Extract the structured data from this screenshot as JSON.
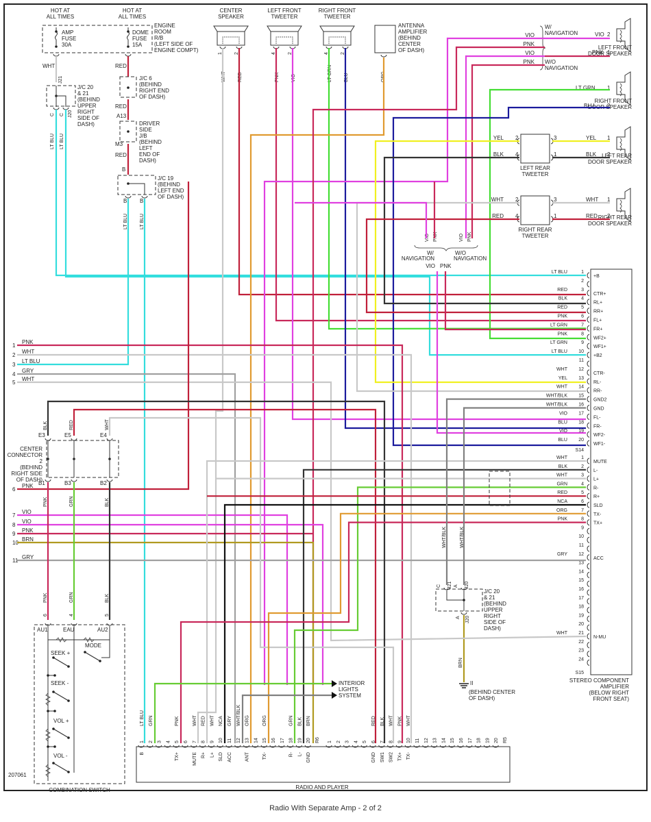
{
  "caption": "Radio With Separate Amp - 2 of 2",
  "figure_id": "207061",
  "colors": {
    "WHT": "#c8c8c8",
    "RED": "#c0203a",
    "PNK": "#c8285a",
    "VIO": "#e040e0",
    "LT GRN": "#44dd33",
    "GRN": "#66cc33",
    "BLU": "#1a1a9c",
    "ORG": "#e09a30",
    "LT BLU": "#33dddd",
    "YEL": "#f0f020",
    "BLK": "#333333",
    "GRY": "#a0a0a0",
    "BRN": "#b09a20",
    "WHT/BLK": "#808080",
    "NCA": "#111111"
  },
  "power": {
    "hot1": "HOT AT ALL TIMES",
    "hot2": "HOT AT ALL TIMES",
    "amp_fuse": [
      "AMP",
      "FUSE",
      "30A"
    ],
    "dome_fuse": [
      "DOME",
      "FUSE",
      "15A"
    ],
    "rb_label": [
      "ENGINE",
      "ROOM",
      "R/B",
      "(LEFT SIDE OF",
      "ENGINE COMPT)"
    ],
    "jc20_label": [
      "J/C 20",
      "& 21",
      "(BEHIND",
      "UPPER",
      "RIGHT",
      "SIDE OF",
      "DASH)"
    ],
    "jc6_label": [
      "J/C 6",
      "(BEHIND",
      "RIGHT END",
      "OF DASH)"
    ],
    "jb_label": [
      "DRIVER",
      "SIDE",
      "J/B",
      "(BEHIND",
      "LEFT",
      "END OF",
      "DASH)"
    ],
    "jc19_label": [
      "J/C 19",
      "(BEHIND",
      "LEFT END",
      "OF DASH)"
    ],
    "wire_labels": {
      "wht": "WHT",
      "red1": "RED",
      "red2": "RED",
      "red3": "RED",
      "ltblu": "LT BLU"
    },
    "pins": {
      "a": "A",
      "j21": "J21",
      "c1": "C",
      "c2": "C",
      "j20": "J20",
      "b1": "B",
      "b2": "B",
      "a13": "A13",
      "m3": "M3",
      "b3": "B",
      "b4": "B",
      "b5": "B"
    }
  },
  "components": {
    "center_speaker": {
      "name": [
        "CENTER",
        "SPEAKER"
      ],
      "pins": [
        "1",
        "2"
      ],
      "wires": [
        "WHT",
        "RED"
      ]
    },
    "left_front_tweeter": {
      "name": [
        "LEFT FRONT",
        "TWEETER"
      ],
      "pins": [
        "4",
        "2"
      ],
      "wires": [
        "PNK",
        "VIO"
      ]
    },
    "right_front_tweeter": {
      "name": [
        "RIGHT FRONT",
        "TWEETER"
      ],
      "pins": [
        "4",
        "2"
      ],
      "wires": [
        "LT GRN",
        "BLU"
      ]
    },
    "antenna_amplifier": {
      "name": [
        "ANTENNA",
        "AMPLIFIER",
        "(BEHIND",
        "CENTER",
        "OF DASH)"
      ],
      "wire": "ORG"
    },
    "left_front_door_speaker": {
      "name": [
        "LEFT FRONT",
        "DOOR SPEAKER"
      ],
      "wires": [
        {
          "color": "VIO",
          "pin": "2"
        },
        {
          "color": "PNK",
          "pin": "1"
        }
      ]
    },
    "right_front_door_speaker": {
      "name": [
        "RIGHT FRONT",
        "DOOR SPEAKER"
      ],
      "wires": [
        {
          "color": "LT GRN",
          "pin": "1"
        },
        {
          "color": "BLU",
          "pin": "2"
        }
      ]
    },
    "left_rear_tweeter": {
      "name": [
        "LEFT REAR",
        "TWEETER"
      ],
      "in": [
        {
          "color": "YEL",
          "pin": "2"
        },
        {
          "color": "BLK",
          "pin": "4"
        }
      ],
      "out_pins": [
        "3",
        "1"
      ]
    },
    "left_rear_door_speaker": {
      "name": [
        "LEFT REAR",
        "DOOR SPEAKER"
      ],
      "wires": [
        {
          "color": "YEL",
          "pin": "1"
        },
        {
          "color": "BLK",
          "pin": "2"
        }
      ]
    },
    "right_rear_tweeter": {
      "name": [
        "RIGHT REAR",
        "TWEETER"
      ],
      "in": [
        {
          "color": "WHT",
          "pin": "2"
        },
        {
          "color": "RED",
          "pin": "4"
        }
      ],
      "out_pins": [
        "3",
        "1"
      ]
    },
    "right_rear_door_speaker": {
      "name": [
        "RIGHT REAR",
        "DOOR SPEAKER"
      ],
      "wires": [
        {
          "color": "WHT",
          "pin": "1"
        },
        {
          "color": "RED",
          "pin": "2"
        }
      ]
    },
    "nav_top": {
      "w_nav": [
        "W/",
        "NAVIGATION"
      ],
      "wo_nav": [
        "W/O",
        "NAVIGATION"
      ],
      "wires": [
        "VIO",
        "PNK",
        "VIO",
        "PNK"
      ]
    },
    "nav_mid": {
      "w_nav": [
        "W/",
        "NAVIGATION"
      ],
      "wo_nav": [
        "W/O",
        "NAVIGATION"
      ],
      "wires_top": [
        "VIO",
        "PNK",
        "VIO",
        "PNK"
      ],
      "wires_bottom": [
        "VIO",
        "PNK"
      ]
    }
  },
  "amplifier": {
    "name": [
      "STEREO COMPONENT",
      "AMPLIFIER",
      "(BELOW RIGHT",
      "FRONT SEAT)"
    ],
    "connector1": "S14",
    "connector2": "S15",
    "s14": [
      {
        "pin": "1",
        "wire": "LT BLU",
        "func": "+B"
      },
      {
        "pin": "2",
        "wire": "",
        "func": ""
      },
      {
        "pin": "3",
        "wire": "RED",
        "func": "CTR+"
      },
      {
        "pin": "4",
        "wire": "BLK",
        "func": "RL+"
      },
      {
        "pin": "5",
        "wire": "RED",
        "func": "RR+"
      },
      {
        "pin": "6",
        "wire": "PNK",
        "func": "FL+"
      },
      {
        "pin": "7",
        "wire": "LT GRN",
        "func": "FR+"
      },
      {
        "pin": "8",
        "wire": "PNK",
        "func": "WF2+"
      },
      {
        "pin": "9",
        "wire": "LT GRN",
        "func": "WF1+"
      },
      {
        "pin": "10",
        "wire": "LT BLU",
        "func": "+B2"
      },
      {
        "pin": "11",
        "wire": "",
        "func": ""
      },
      {
        "pin": "12",
        "wire": "WHT",
        "func": "CTR-"
      },
      {
        "pin": "13",
        "wire": "YEL",
        "func": "RL-"
      },
      {
        "pin": "14",
        "wire": "WHT",
        "func": "RR-"
      },
      {
        "pin": "15",
        "wire": "WHT/BLK",
        "func": "GND2"
      },
      {
        "pin": "16",
        "wire": "WHT/BLK",
        "func": "GND"
      },
      {
        "pin": "17",
        "wire": "VIO",
        "func": "FL-"
      },
      {
        "pin": "18",
        "wire": "BLU",
        "func": "FR-"
      },
      {
        "pin": "19",
        "wire": "VIO",
        "func": "WF2-"
      },
      {
        "pin": "20",
        "wire": "BLU",
        "func": "WF1-"
      }
    ],
    "s15": [
      {
        "pin": "1",
        "wire": "WHT",
        "func": "MUTE"
      },
      {
        "pin": "2",
        "wire": "BLK",
        "func": "L-"
      },
      {
        "pin": "3",
        "wire": "WHT",
        "func": "L+"
      },
      {
        "pin": "4",
        "wire": "GRN",
        "func": "R-"
      },
      {
        "pin": "5",
        "wire": "RED",
        "func": "R+"
      },
      {
        "pin": "6",
        "wire": "NCA",
        "func": "SLD"
      },
      {
        "pin": "7",
        "wire": "ORG",
        "func": "TX-"
      },
      {
        "pin": "8",
        "wire": "PNK",
        "func": "TX+"
      },
      {
        "pin": "9",
        "wire": "",
        "func": ""
      },
      {
        "pin": "10",
        "wire": "",
        "func": ""
      },
      {
        "pin": "11",
        "wire": "",
        "func": ""
      },
      {
        "pin": "12",
        "wire": "GRY",
        "func": "ACC"
      },
      {
        "pin": "13",
        "wire": "",
        "func": ""
      },
      {
        "pin": "14",
        "wire": "",
        "func": ""
      },
      {
        "pin": "15",
        "wire": "",
        "func": ""
      },
      {
        "pin": "16",
        "wire": "",
        "func": ""
      },
      {
        "pin": "17",
        "wire": "",
        "func": ""
      },
      {
        "pin": "18",
        "wire": "",
        "func": ""
      },
      {
        "pin": "19",
        "wire": "",
        "func": ""
      },
      {
        "pin": "20",
        "wire": "",
        "func": ""
      },
      {
        "pin": "21",
        "wire": "WHT",
        "func": "N-MU"
      },
      {
        "pin": "22",
        "wire": "",
        "func": ""
      },
      {
        "pin": "23",
        "wire": "",
        "func": ""
      },
      {
        "pin": "24",
        "wire": "",
        "func": ""
      }
    ]
  },
  "left_connector": {
    "rows": [
      {
        "num": "1",
        "wire": "PNK"
      },
      {
        "num": "2",
        "wire": "WHT"
      },
      {
        "num": "3",
        "wire": "LT BLU"
      },
      {
        "num": "4",
        "wire": "GRY"
      },
      {
        "num": "5",
        "wire": "WHT"
      },
      {
        "num": "6",
        "wire": "PNK"
      },
      {
        "num": "7",
        "wire": "VIO"
      },
      {
        "num": "8",
        "wire": "VIO"
      },
      {
        "num": "9",
        "wire": "PNK"
      },
      {
        "num": "10",
        "wire": "BRN"
      },
      {
        "num": "11",
        "wire": "GRY"
      }
    ]
  },
  "center_connector": {
    "name": [
      "CENTER",
      "CONNECTOR",
      "2",
      "(BEHIND",
      "RIGHT SIDE",
      "OF DASH)"
    ],
    "top_pins": [
      "E3",
      "E5",
      "E4"
    ],
    "top_wires": [
      "BLK",
      "RED",
      "WHT"
    ],
    "bottom_pins": [
      "B1",
      "B3",
      "B2"
    ],
    "bottom_wires": [
      "PNK",
      "GRN",
      "BLK"
    ]
  },
  "combination_switch": {
    "name": "COMBINATION SWITCH",
    "pins": [
      {
        "num": "6",
        "name": "AU1"
      },
      {
        "num": "4",
        "name": "EAU"
      },
      {
        "num": "5",
        "name": "AU2"
      }
    ],
    "switches": [
      "SEEK +",
      "SEEK -",
      "VOL +",
      "VOL -",
      "MODE"
    ]
  },
  "jc20_lower": {
    "label": [
      "J/C 20",
      "& 21",
      "(BEHIND",
      "UPPER",
      "RIGHT",
      "SIDE OF",
      "DASH)"
    ],
    "pins": [
      "C",
      "J21",
      "A",
      "J20",
      "A",
      "J20"
    ],
    "wires": [
      "WHT/BLK",
      "WHT/BLK",
      "BRN"
    ],
    "ground": "II",
    "ground_label": [
      "(BEHIND CENTER",
      "OF DASH)"
    ]
  },
  "interior_lights": [
    "INTERIOR",
    "LIGHTS",
    "SYSTEM"
  ],
  "radio": {
    "name": "RADIO AND PLAYER",
    "connA": [
      {
        "pin": "1",
        "wire": "LT BLU",
        "func": "B"
      },
      {
        "pin": "2",
        "wire": "GRN",
        "func": ""
      },
      {
        "pin": "3",
        "wire": "",
        "func": ""
      },
      {
        "pin": "4",
        "wire": "",
        "func": ""
      },
      {
        "pin": "5",
        "wire": "PNK",
        "func": "TX+"
      },
      {
        "pin": "6",
        "wire": "",
        "func": ""
      },
      {
        "pin": "7",
        "wire": "WHT",
        "func": "MUTE"
      },
      {
        "pin": "8",
        "wire": "RED",
        "func": "R+"
      },
      {
        "pin": "9",
        "wire": "WHT",
        "func": "L+"
      },
      {
        "pin": "10",
        "wire": "NCA",
        "func": "SLD"
      },
      {
        "pin": "11",
        "wire": "GRY",
        "func": "ACC"
      },
      {
        "pin": "12",
        "wire": "WHT/BLK",
        "func": ""
      },
      {
        "pin": "13",
        "wire": "ORG",
        "func": "ANT"
      },
      {
        "pin": "14",
        "wire": "",
        "func": ""
      },
      {
        "pin": "15",
        "wire": "ORG",
        "func": "TX-"
      },
      {
        "pin": "16",
        "wire": "",
        "func": ""
      },
      {
        "pin": "17",
        "wire": "",
        "func": ""
      },
      {
        "pin": "18",
        "wire": "GRN",
        "func": "R-"
      },
      {
        "pin": "19",
        "wire": "BLK",
        "func": "L-"
      },
      {
        "pin": "20",
        "wire": "BRN",
        "func": "GND"
      }
    ],
    "connA_id": "R6",
    "connB": [
      {
        "pin": "1",
        "wire": "",
        "func": ""
      },
      {
        "pin": "2",
        "wire": "",
        "func": ""
      },
      {
        "pin": "3",
        "wire": "",
        "func": ""
      },
      {
        "pin": "4",
        "wire": "",
        "func": ""
      },
      {
        "pin": "5",
        "wire": "",
        "func": ""
      },
      {
        "pin": "6",
        "wire": "RED",
        "func": "GND"
      },
      {
        "pin": "7",
        "wire": "BLK",
        "func": "SW1"
      },
      {
        "pin": "8",
        "wire": "WHT",
        "func": "SW2"
      },
      {
        "pin": "9",
        "wire": "PNK",
        "func": "TX+"
      },
      {
        "pin": "10",
        "wire": "WHT",
        "func": "TX-"
      },
      {
        "pin": "11",
        "wire": "",
        "func": ""
      },
      {
        "pin": "12",
        "wire": "",
        "func": ""
      },
      {
        "pin": "13",
        "wire": "",
        "func": ""
      },
      {
        "pin": "14",
        "wire": "",
        "func": ""
      },
      {
        "pin": "15",
        "wire": "",
        "func": ""
      },
      {
        "pin": "16",
        "wire": "",
        "func": ""
      },
      {
        "pin": "17",
        "wire": "",
        "func": ""
      },
      {
        "pin": "18",
        "wire": "",
        "func": ""
      },
      {
        "pin": "19",
        "wire": "",
        "func": ""
      },
      {
        "pin": "20",
        "wire": "",
        "func": ""
      }
    ],
    "connB_id": "R5"
  }
}
